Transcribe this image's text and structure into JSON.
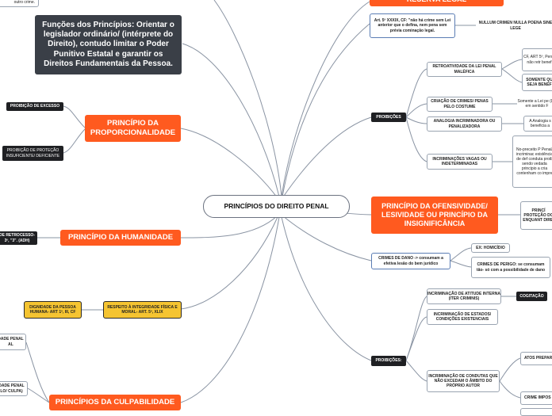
{
  "root": "PRINCÍPIOS DO DIREITO PENAL",
  "left": {
    "top_fragment": "outro crime.",
    "intro_note": "Funções dos Princípios: Orientar o legislador ordinário/ (intérprete do Direito), contudo limitar o Poder Punitivo Estatal e garantir os Direitos Fundamentais da Pessoa.",
    "proporcionalidade": {
      "title": "PRINCÍPIO DA PROPORCIONALIDADE",
      "excesso": "PROIBIÇÃO DE EXCESSO",
      "insuficiente": "PROIBIÇÃO DE PROTEÇÃO INSUFICIENTE/ DEFICIENTE"
    },
    "humanidade": {
      "title": "PRINCÍPIO DA HUMANIDADE",
      "retrocesso": "DE RETROCESSO- 3º, \"3\". (ADH)"
    },
    "dignidade": {
      "integridade": "RESPEITO À INTEGRIDADE FÍSICA E MORAL- ART. 5º, XLIX",
      "pessoa": "DIGNIDADE DA PESSOA HUMANA- ART 1º, III, CF"
    },
    "culpabilidade": {
      "title": "PRINCÍPIOS DA CULPABILIDADE",
      "item1": "DADE PENAL AL",
      "item2": "DADE PENAL LO/ CULPA)"
    }
  },
  "right": {
    "reserva_legal": "RESERVA LEGAL",
    "art5": "Art. 5º XXXIX, CF: \"não há crime sem Lei anterior que o defina, nem pena sem prévia cominação legal.",
    "nullum": "NULLUM CRIMEN NULLA POENA SINE LEGE",
    "proibicoes1": {
      "label": "PROIBIÇÕES",
      "items": [
        "RETROATIVIDADE DA LEI PENAL MALÉFICA",
        "CRIAÇÃO DE CRIMES/ PENAS PELO COSTUME",
        "ANALOGIA INCRIMINADORA OU PENALIZADORA",
        "INCRIMINAÇÕES VAGAS OU INDETERMINADAS"
      ],
      "details": {
        "cf_art5": "CF, ART 5º, Penal não retr benef",
        "somente": "SOMENTE QU SEJA BENÉF",
        "costume": "Somente a Lei pe (Lei em sentido F",
        "analogia": "A Analogia s beneficia a",
        "vagas": "No-preceito P Penal/ incriminac existência de def conduta proib sendo vedada principio a cria contenham co impre"
      }
    },
    "ofensividade": {
      "title": "PRINCÍPIO DA OFENSIVIDADE/ LESIVIDADE OU PRINCÍPIO DA INSIGNIFICÂNCIA",
      "side": "PRINCÍ PROTEÇÃO DO ENQUANT DIREI",
      "crimes_dano": "CRIMES DE DANO -> consumam a efetiva lesão do bem jurídico",
      "homicidio": "EX: HOMICÍDIO",
      "perigo": "CRIMES DE PERIGO: se consumam tão- só com a possibilidade de dano"
    },
    "proibicoes2": {
      "label": "PROIBIÇÕES:",
      "items": [
        "INCRIMINAÇÃO DE ATITUDE INTERNA (ITER CRIMINIS)",
        "INCRIMINAÇÃO DE ESTADOS/ CONDIÇÕES EXISTENCIAIS",
        "INCRIMINAÇÃO DE CONDUTAS QUE NÃO EXCEDAM O ÂMBITO DO PRÓPRIO AUTOR"
      ],
      "cogitacao": "COGITAÇÃO",
      "atos": "ATOS PREPAR",
      "crime_impo": "CRIME IMPOS"
    }
  },
  "colors": {
    "orange": "#ff5a1f",
    "dark": "#3a3f47",
    "black": "#1f2023",
    "yellow": "#f5c431",
    "line": "#8a94a3",
    "blue_border": "#5b7db4"
  }
}
